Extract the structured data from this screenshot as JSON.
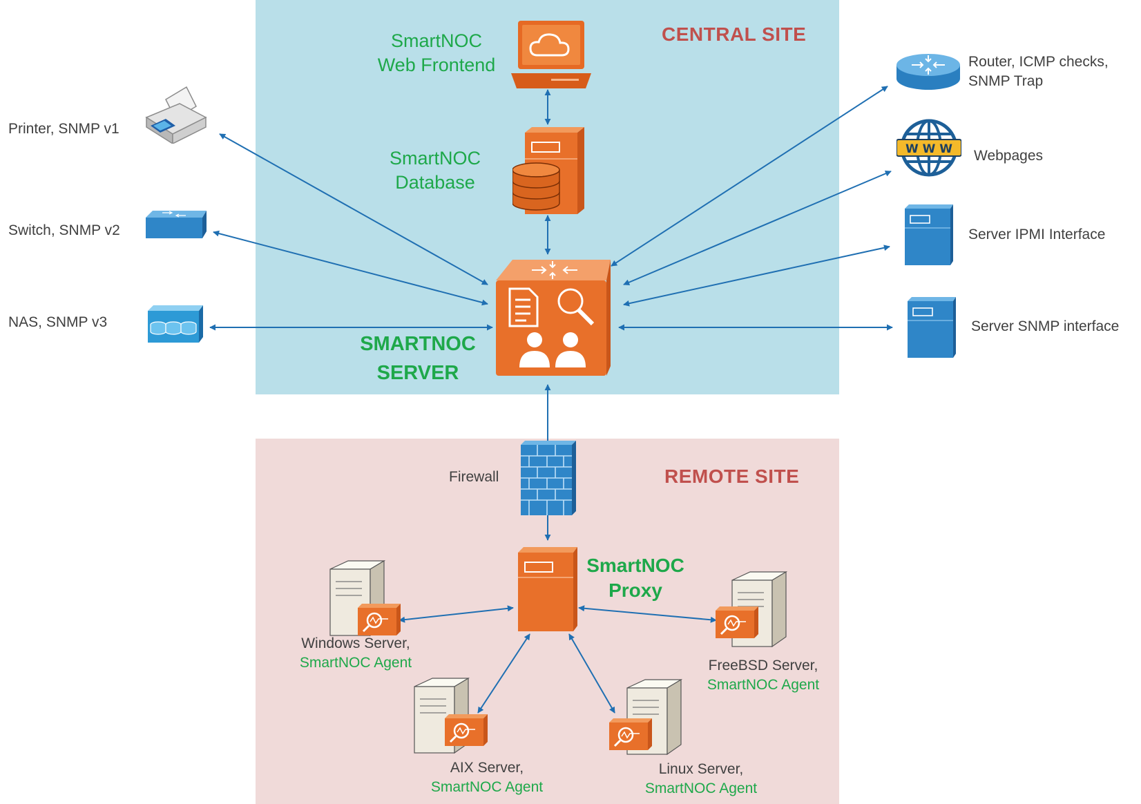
{
  "sites": {
    "central": "CENTRAL SITE",
    "remote": "REMOTE SITE"
  },
  "central": {
    "web_frontend": [
      "SmartNOC",
      "Web Frontend"
    ],
    "database": [
      "SmartNOC",
      "Database"
    ],
    "server": [
      "SMARTNOC",
      "SERVER"
    ]
  },
  "left_devices": {
    "printer": "Printer, SNMP v1",
    "switch": "Switch, SNMP v2",
    "nas": "NAS, SNMP v3"
  },
  "right_devices": {
    "router": [
      "Router, ICMP checks,",
      "SNMP Trap"
    ],
    "webpages": "Webpages",
    "ipmi": "Server IPMI Interface",
    "snmp_server": "Server SNMP interface"
  },
  "remote": {
    "firewall": "Firewall",
    "proxy": [
      "SmartNOC",
      "Proxy"
    ],
    "windows": {
      "name": "Windows Server,",
      "agent": "SmartNOC Agent"
    },
    "freebsd": {
      "name": "FreeBSD Server,",
      "agent": "SmartNOC Agent"
    },
    "aix": {
      "name": "AIX Server,",
      "agent": "SmartNOC Agent"
    },
    "linux": {
      "name": "Linux Server,",
      "agent": "SmartNOC Agent"
    }
  },
  "icons": {
    "web_frontend": "laptop-cloud-icon",
    "database": "database-server-icon",
    "server": "monitoring-server-icon",
    "printer": "printer-icon",
    "switch": "switch-icon",
    "nas": "nas-storage-icon",
    "router": "router-icon",
    "webpages": "www-globe-icon",
    "ipmi": "server-tower-icon",
    "snmp_server": "server-tower-icon",
    "firewall": "firewall-icon",
    "proxy": "proxy-server-icon",
    "agent_servers": "workstation-agent-icon"
  },
  "colors": {
    "central_bg": "#b9dfe9",
    "remote_bg": "#f0dad9",
    "site_title": "#c0504d",
    "smartnoc_green": "#1ea84a",
    "link_blue": "#1f6fb2",
    "orange": "#e8702a",
    "device_blue": "#2f86c8"
  }
}
